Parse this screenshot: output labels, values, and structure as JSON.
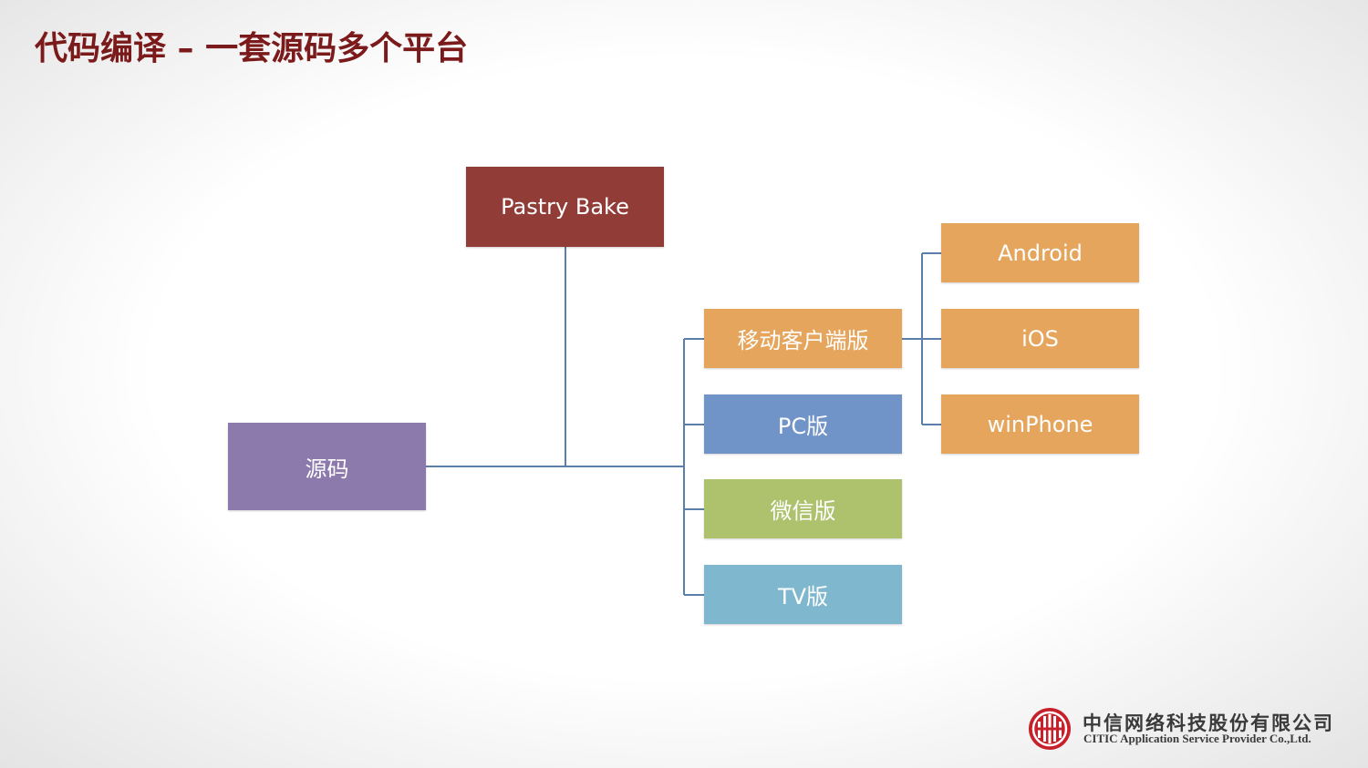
{
  "slide": {
    "title": "代码编译 – 一套源码多个平台"
  },
  "diagram": {
    "root": "源码",
    "top": "Pastry Bake",
    "platforms": [
      "移动客户端版",
      "PC版",
      "微信版",
      "TV版"
    ],
    "mobile_platforms": [
      "Android",
      "iOS",
      "winPhone"
    ]
  },
  "colors": {
    "title": "#7b1a1a",
    "root": "#8c7aad",
    "top": "#923c38",
    "mobile": "#e6a55c",
    "pc": "#7093c8",
    "wechat": "#aec26e",
    "tv": "#7fb7cf",
    "connector": "#5a7fa8"
  },
  "logo": {
    "name_cn": "中信网络科技股份有限公司",
    "name_en": "CITIC Application Service Provider Co.,Ltd."
  }
}
